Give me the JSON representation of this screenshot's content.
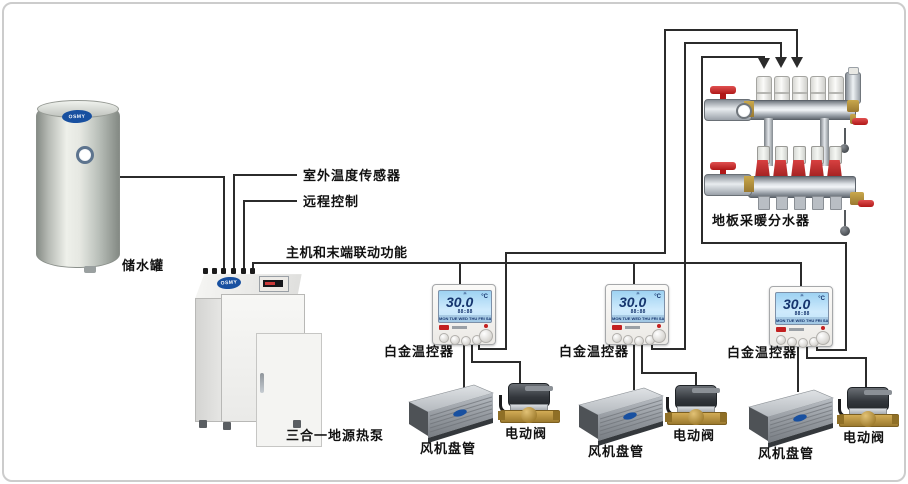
{
  "scene": {
    "background": "#ffffff",
    "frame_color": "#cccccc"
  },
  "brand": "OSMY",
  "components": {
    "tank": {
      "label": "储水罐"
    },
    "heat_pump": {
      "label": "三合一地源热泵"
    },
    "thermostat": {
      "label": "白金温控器",
      "display": {
        "temperature": "30.0",
        "unit": "°C",
        "time": "88:88",
        "days": "MON TUE WED THU FRI SAT SUN"
      }
    },
    "fan_coil": {
      "label": "风机盘管"
    },
    "valve": {
      "label": "电动阀"
    },
    "manifold": {
      "label": "地板采暖分水器"
    }
  },
  "wiring": {
    "outdoor_sensor_label": "室外温度传感器",
    "remote_control_label": "远程控制",
    "linkage_label": "主机和末端联动功能"
  },
  "colors": {
    "wire": "#2b2b2b",
    "lcd_blue": "#aee0f8",
    "lcd_text": "#16356e",
    "red": "#c23030",
    "brass": "#b08a3c",
    "logo_blue": "#1850a0",
    "steel": "#c8ccc6"
  }
}
